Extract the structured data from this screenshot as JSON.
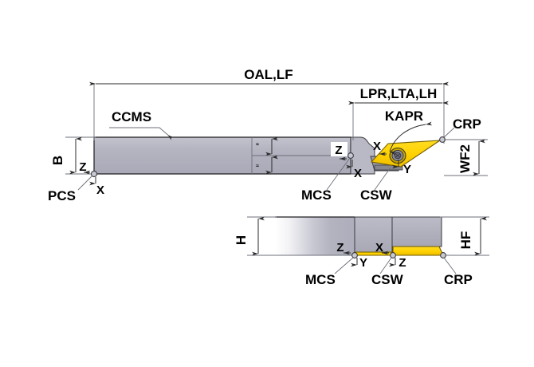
{
  "diagram": {
    "title": "Turning toolholder dimensional reference drawing",
    "views": [
      {
        "name": "side-view",
        "description": "Side elevation of turning toolholder with rhombic insert"
      },
      {
        "name": "top-view",
        "description": "Plan view of toolholder head"
      }
    ]
  },
  "colors": {
    "shank_fill": "#b0b0bd",
    "shank_fill_light": "#c2c2cd",
    "shank_shadow": "#9a9aa8",
    "insert_fill": "#ffd100",
    "insert_fill_dark": "#e8b800",
    "insert_edge": "#7a6000",
    "outline": "#1d1d20",
    "dimension_line": "#2b2b2b",
    "extension_line": "#6b6f78",
    "background": "#ffffff",
    "seat_gray": "#8d8d9a"
  },
  "labels": {
    "overall_length": "OAL,LF",
    "head_length": "LPR,LTA,LH",
    "lead_angle": "KAPR",
    "cutting_ref_point": "CRP",
    "shank_style": "CCMS",
    "shank_width": "B",
    "shank_height": "H",
    "functional_height": "HF",
    "functional_width": "WF2",
    "program_coord_system": "PCS",
    "machine_coord_system": "MCS",
    "cutting_system_workpiece": "CSW"
  },
  "axis_markers": {
    "pcs_z": "Z",
    "pcs_x": "X",
    "mcs_top_z": "Z",
    "mcs_top_x": "X",
    "csw_top_x": "X",
    "csw_top_y": "Y",
    "bottom_mcs_z": "Z",
    "bottom_mcs_y": "Y",
    "bottom_csw_x": "X",
    "bottom_csw_z": "Z"
  },
  "callouts": [
    {
      "id": "oal-lf",
      "text": "OAL,LF",
      "kind": "dimension"
    },
    {
      "id": "lpr-lta-lh",
      "text": "LPR,LTA,LH",
      "kind": "dimension"
    },
    {
      "id": "kapr",
      "text": "KAPR",
      "kind": "angle"
    },
    {
      "id": "crp",
      "text": "CRP",
      "kind": "point"
    },
    {
      "id": "ccms",
      "text": "CCMS",
      "kind": "leader"
    },
    {
      "id": "b",
      "text": "B",
      "kind": "dimension"
    },
    {
      "id": "wf2",
      "text": "WF2",
      "kind": "dimension"
    },
    {
      "id": "pcs",
      "text": "PCS",
      "kind": "point"
    },
    {
      "id": "mcs-top",
      "text": "MCS",
      "kind": "point"
    },
    {
      "id": "csw-top",
      "text": "CSW",
      "kind": "point"
    },
    {
      "id": "h",
      "text": "H",
      "kind": "dimension"
    },
    {
      "id": "hf",
      "text": "HF",
      "kind": "dimension"
    },
    {
      "id": "mcs-bottom",
      "text": "MCS",
      "kind": "point"
    },
    {
      "id": "csw-bottom",
      "text": "CSW",
      "kind": "point"
    },
    {
      "id": "crp-bottom",
      "text": "CRP",
      "kind": "point"
    }
  ]
}
